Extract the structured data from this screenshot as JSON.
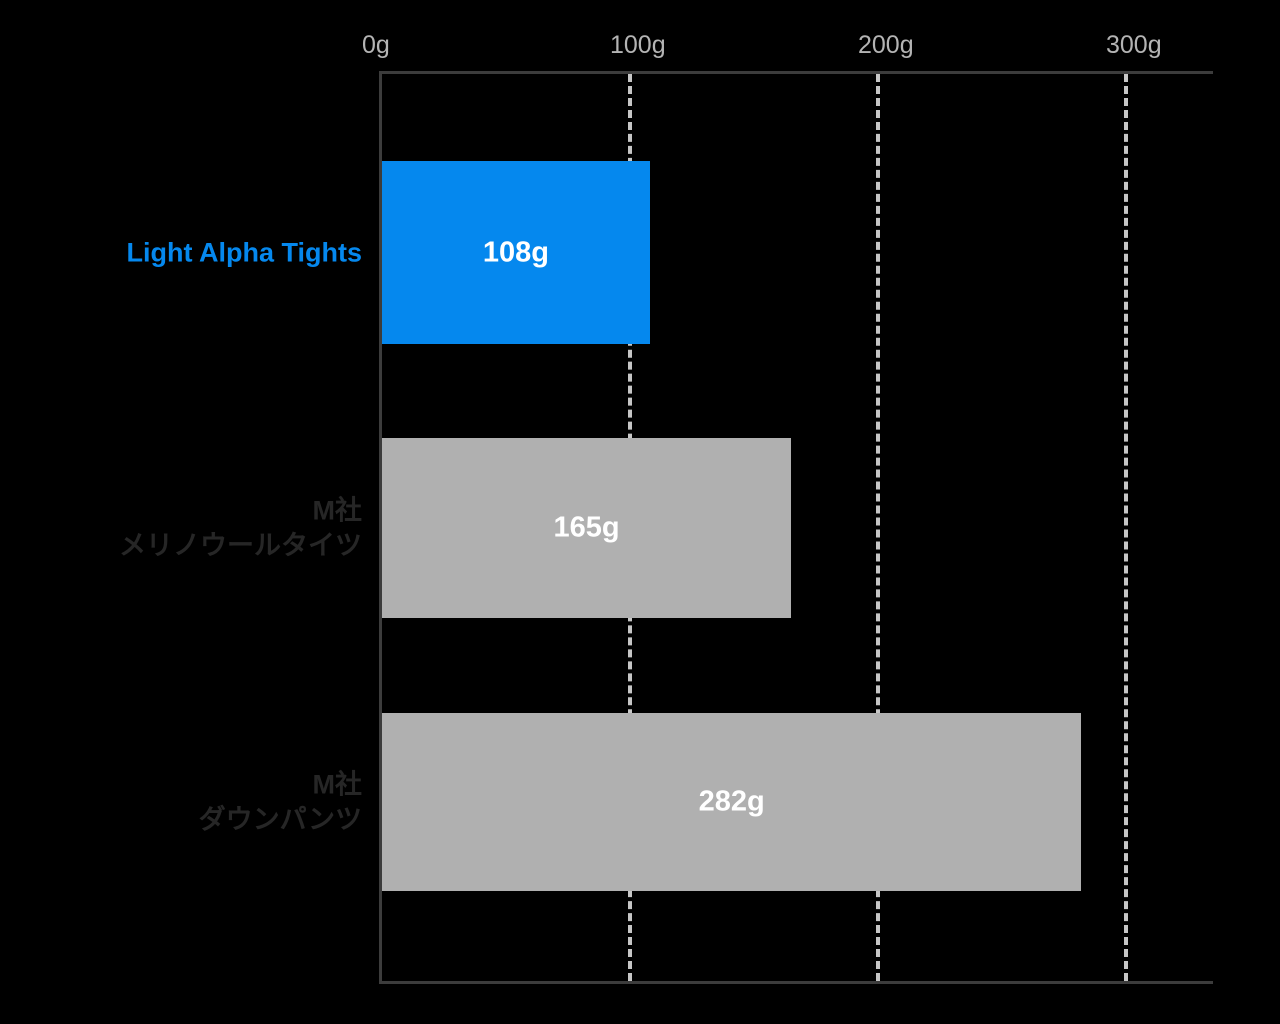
{
  "chart_data": {
    "type": "bar",
    "orientation": "horizontal",
    "title": "",
    "subtitle": "",
    "xlabel": "",
    "ylabel": "",
    "xlim": [
      0,
      335
    ],
    "axis_tick_values": [
      0,
      100,
      200,
      300
    ],
    "axis_tick_labels": [
      "0g",
      "100g",
      "200g",
      "300g"
    ],
    "grid": "vertical dashed gridlines at 100g, 200g, 300g",
    "legend": "none",
    "unit": "g",
    "categories": [
      "Light Alpha Tights",
      "M社\nメリノウールタイツ",
      "M社\nダウンパンツ"
    ],
    "values": [
      108,
      165,
      282
    ],
    "value_labels": [
      "108g",
      "165g",
      "282g"
    ],
    "bars": [
      {
        "label": "Light Alpha Tights",
        "label_lines": [
          "Light Alpha Tights"
        ],
        "value": 108,
        "value_label": "108g",
        "color": "#0588ee",
        "label_color": "#0588ee",
        "highlight": true
      },
      {
        "label": "M社 メリノウールタイツ",
        "label_lines": [
          "M社",
          "メリノウールタイツ"
        ],
        "value": 165,
        "value_label": "165g",
        "color": "#b0b0b0",
        "label_color": "#262626",
        "highlight": false
      },
      {
        "label": "M社 ダウンパンツ",
        "label_lines": [
          "M社",
          "ダウンパンツ"
        ],
        "value": 282,
        "value_label": "282g",
        "color": "#b0b0b0",
        "label_color": "#262626",
        "highlight": false
      }
    ]
  },
  "colors": {
    "background": "#000000",
    "highlight_bar": "#0588ee",
    "default_bar": "#b0b0b0",
    "axis_line": "#3c3c3c",
    "gridline": "#c6c6c6",
    "tick_label": "#b4b4b4",
    "value_label": "#ffffff",
    "category_label": "#262626"
  },
  "ticks": [
    {
      "label": "0g",
      "value": 0
    },
    {
      "label": "100g",
      "value": 100
    },
    {
      "label": "200g",
      "value": 200
    },
    {
      "label": "300g",
      "value": 300
    }
  ]
}
